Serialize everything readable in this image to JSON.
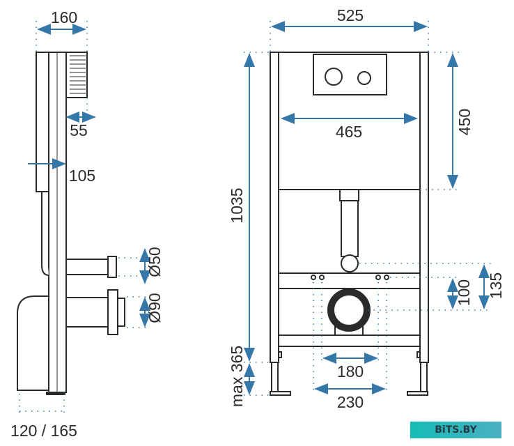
{
  "side_view": {
    "dim_width": "160",
    "dim_offset": "55",
    "dim_depth": "105",
    "dim_pipe_small": "Ø50",
    "dim_pipe_large": "Ø90",
    "dim_base": "120 / 165"
  },
  "front_view": {
    "dim_frame_width": "525",
    "dim_cistern_width": "465",
    "dim_cistern_height": "450",
    "dim_total_height": "1035",
    "dim_drain_height": "135",
    "dim_bolt_height": "100",
    "dim_leg_height": "max 365",
    "dim_bolt_spacing": "180",
    "dim_leg_spacing": "230"
  },
  "watermark": "BiTS.BY",
  "colors": {
    "dimension": "#3577a8",
    "line": "#2a2a2a"
  }
}
